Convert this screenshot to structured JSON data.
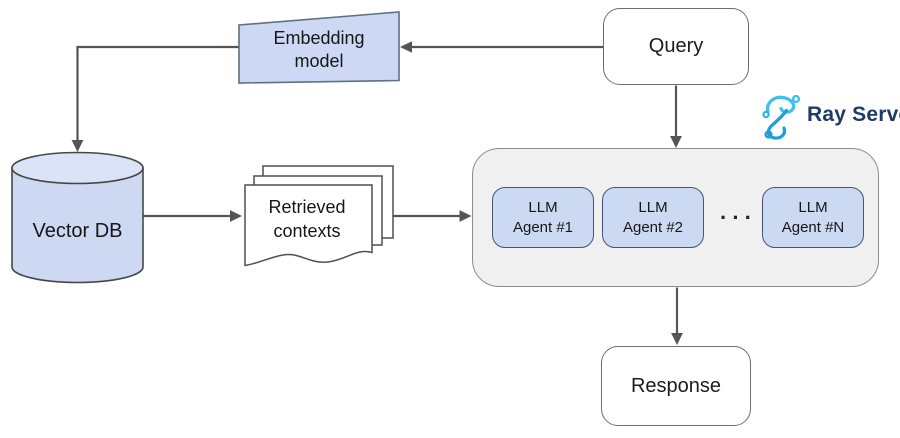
{
  "diagram": {
    "nodes": {
      "query": {
        "label": "Query"
      },
      "embedding_model": {
        "line1": "Embedding",
        "line2": "model"
      },
      "vector_db": {
        "label": "Vector DB"
      },
      "retrieved_contexts": {
        "line1": "Retrieved",
        "line2": "contexts"
      },
      "response": {
        "label": "Response"
      },
      "llm_cluster": {
        "agents": [
          {
            "line1": "LLM",
            "line2": "Agent #1"
          },
          {
            "line1": "LLM",
            "line2": "Agent #2"
          },
          {
            "line1": "LLM",
            "line2": "Agent #N"
          }
        ],
        "ellipsis": "···"
      }
    },
    "branding": {
      "logo_text": "Ray Serve"
    },
    "colors": {
      "node_fill": "#ccd9f3",
      "node_border": "#4a5470",
      "white_box_border": "#6e6e6e",
      "cluster_fill": "#f0f0f1",
      "cluster_border": "#8d8d8d",
      "arrow": "#555555",
      "logo_cyan": "#3fc0ee",
      "logo_blue": "#1d9ed8",
      "logo_text_color": "#1d3b66"
    }
  }
}
